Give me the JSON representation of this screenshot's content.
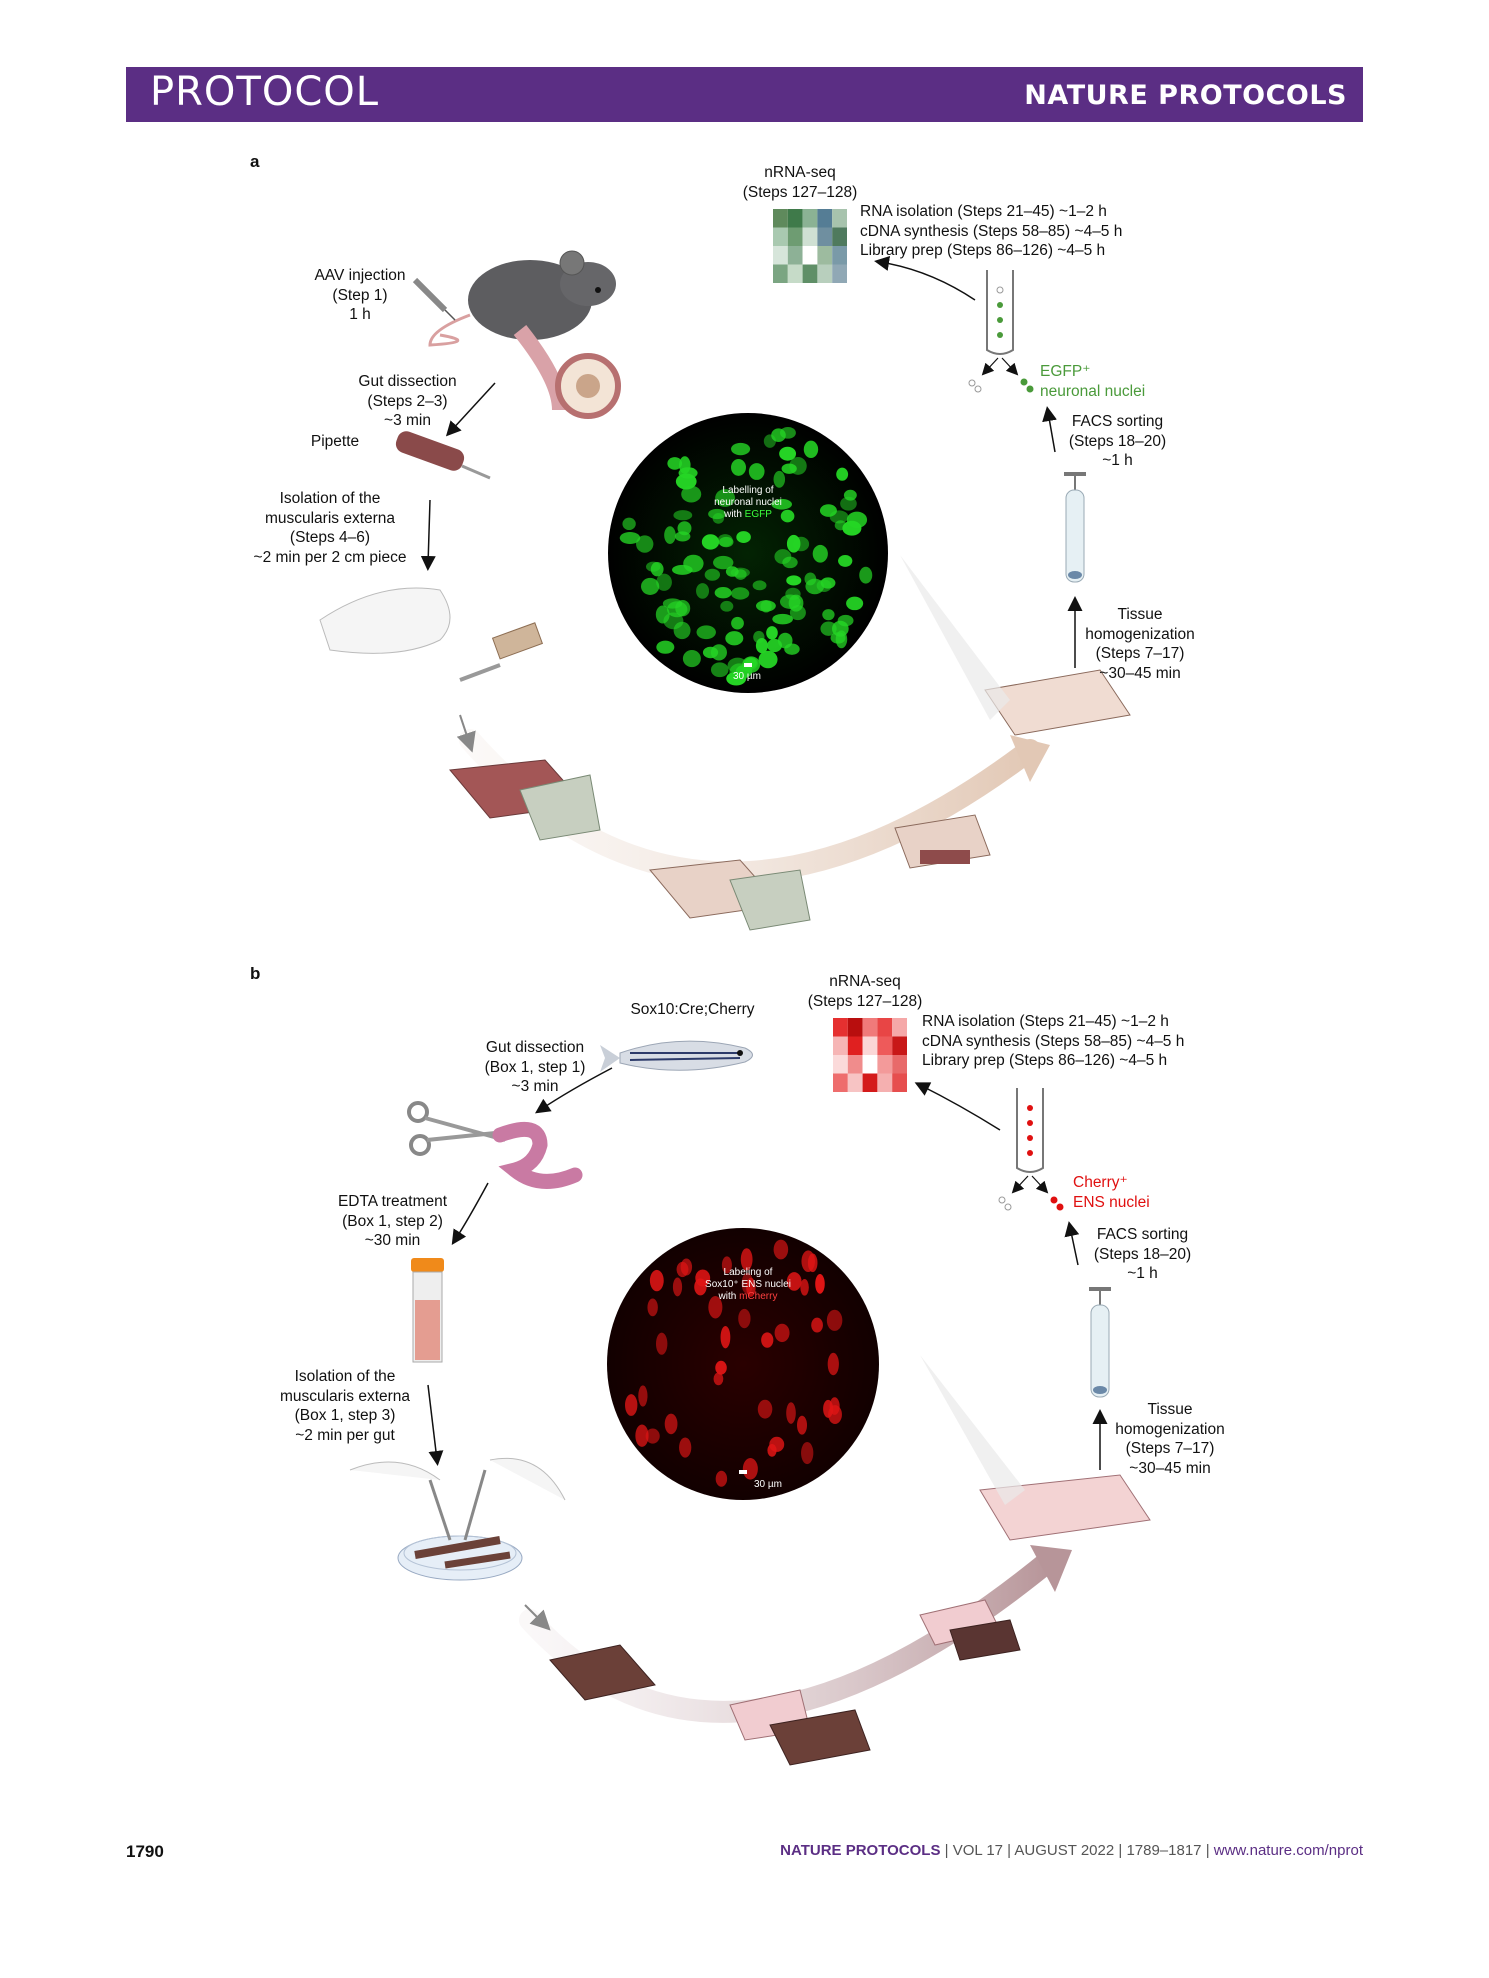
{
  "header": {
    "section": "PROTOCOL",
    "journal": "NATURE PROTOCOLS"
  },
  "panel_a": {
    "label": "a",
    "aav": [
      "AAV injection",
      "(Step 1)",
      "1 h"
    ],
    "gut_dissection": [
      "Gut dissection",
      "(Steps 2–3)",
      "~3 min"
    ],
    "pipette": "Pipette",
    "isolation": [
      "Isolation of the",
      "muscularis externa",
      "(Steps 4–6)",
      "~2 min per 2 cm piece"
    ],
    "micro": {
      "line1": "Labelling of",
      "line2": "neuronal nuclei",
      "line3_prefix": "with ",
      "line3_highlight": "EGFP"
    },
    "scale": "30 µm",
    "homogenization": [
      "Tissue",
      "homogenization",
      "(Steps 7–17)",
      "~30–45 min"
    ],
    "facs": [
      "FACS sorting",
      "(Steps 18–20)",
      "~1 h"
    ],
    "nuclei": [
      "EGFP⁺",
      "neuronal nuclei"
    ],
    "nrna": [
      "nRNA-seq",
      "(Steps 127–128)"
    ],
    "steps": [
      "RNA isolation (Steps 21–45) ~1–2 h",
      "cDNA synthesis (Steps 58–85) ~4–5 h",
      "Library prep (Steps 86–126) ~4–5 h"
    ],
    "heatmap_colors": [
      "#5f8a5c",
      "#3f7a4a",
      "#8bb294",
      "#557d95",
      "#a7c3ad",
      "#a9c9b0",
      "#6e9c72",
      "#cfe0d3",
      "#6f8fa0",
      "#4f7a5e",
      "#d6e5da",
      "#8db196",
      "#ffffff",
      "#9dbb9f",
      "#7a9aa8",
      "#7ba582",
      "#c6dbc8",
      "#5f8f67",
      "#b8cfbd",
      "#90a8b5"
    ]
  },
  "panel_b": {
    "label": "b",
    "fish": "Sox10:Cre;Cherry",
    "gut_dissection": [
      "Gut dissection",
      "(Box 1, step 1)",
      "~3 min"
    ],
    "edta": [
      "EDTA treatment",
      "(Box 1, step 2)",
      "~30 min"
    ],
    "isolation": [
      "Isolation of the",
      "muscularis externa",
      "(Box 1, step 3)",
      "~2 min per gut"
    ],
    "micro": {
      "line1": "Labeling of",
      "line2": "Sox10⁺ ENS nuclei",
      "line3_prefix": "with ",
      "line3_highlight": "mCherry"
    },
    "scale": "30 µm",
    "homogenization": [
      "Tissue",
      "homogenization",
      "(Steps 7–17)",
      "~30–45 min"
    ],
    "facs": [
      "FACS sorting",
      "(Steps 18–20)",
      "~1 h"
    ],
    "nuclei": [
      "Cherry⁺",
      "ENS nuclei"
    ],
    "nrna": [
      "nRNA-seq",
      "(Steps 127–128)"
    ],
    "steps": [
      "RNA isolation (Steps 21–45) ~1–2 h",
      "cDNA synthesis (Steps 58–85) ~4–5 h",
      "Library prep (Steps 86–126) ~4–5 h"
    ],
    "heatmap_colors": [
      "#e53030",
      "#b80e0e",
      "#f07a7a",
      "#e84545",
      "#f5a8a8",
      "#f6b5b5",
      "#e02020",
      "#fbd6d6",
      "#ee5a5a",
      "#c81818",
      "#fbdada",
      "#f08c8c",
      "#ffffff",
      "#f39a9a",
      "#e86a6a",
      "#ee6d6d",
      "#f7c4c4",
      "#d41a1a",
      "#f5b0b0",
      "#e64e4e"
    ]
  },
  "footer": {
    "page": "1790",
    "journal": "NATURE PROTOCOLS",
    "sep1": " | ",
    "volume": "VOL 17",
    "sep2": " | ",
    "date": "AUGUST 2022",
    "sep3": " | ",
    "pages": "1789–1817",
    "sep4": " | ",
    "url": "www.nature.com/nprot"
  }
}
